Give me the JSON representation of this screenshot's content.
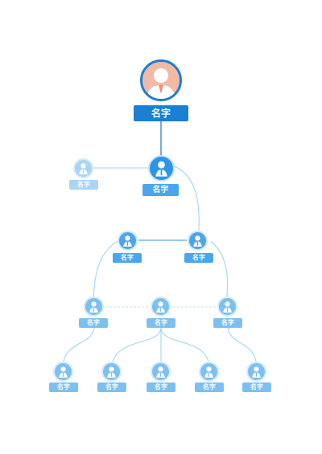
{
  "root": {
    "name": "名字",
    "avatar_icon": "person-icon",
    "accent": "#1b7fd3",
    "avatar_bg": "#f3b9a7"
  },
  "level1": [
    {
      "name": "名字",
      "style": "faded"
    },
    {
      "name": "名字",
      "style": "strong"
    }
  ],
  "level2": [
    {
      "name": "名字",
      "style": "medium"
    },
    {
      "name": "名字",
      "style": "medium"
    }
  ],
  "level3": [
    {
      "name": "名字"
    },
    {
      "name": "名字"
    },
    {
      "name": "名字"
    }
  ],
  "level4": [
    {
      "name": "名字"
    },
    {
      "name": "名字"
    },
    {
      "name": "名字"
    },
    {
      "name": "名字"
    },
    {
      "name": "名字"
    }
  ],
  "colors": {
    "strong": "#2d95e6",
    "medium": "#4aa5ec",
    "light": "#7cc0f2",
    "faded": "#a8d4f6",
    "link": "#a9d8ef"
  }
}
